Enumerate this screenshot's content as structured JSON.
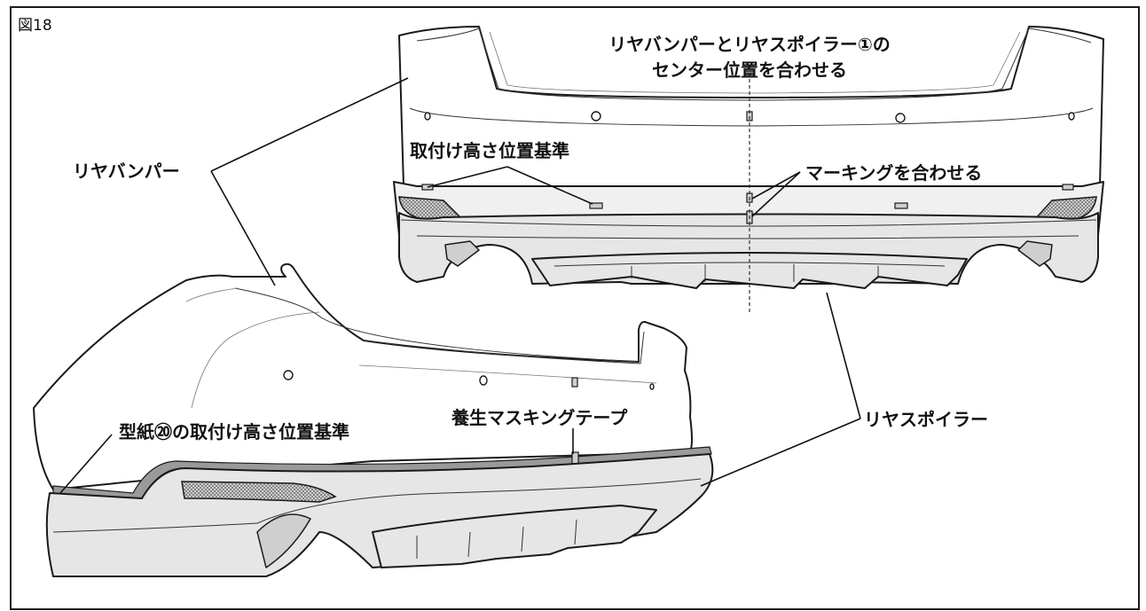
{
  "figure_number": "図18",
  "labels": {
    "center_align_line1": "リヤバンパーとリヤスポイラー①の",
    "center_align_line2": "センター位置を合わせる",
    "height_reference": "取付け高さ位置基準",
    "rear_bumper": "リヤバンパー",
    "align_markings": "マーキングを合わせる",
    "template_height_reference": "型紙⑳の取付け高さ位置基準",
    "masking_tape": "養生マスキングテープ",
    "rear_spoiler": "リヤスポイラー"
  }
}
